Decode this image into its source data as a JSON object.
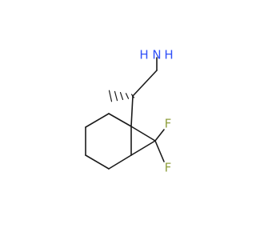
{
  "labels": {
    "nitrogen": "N",
    "hydrogen_1": "H",
    "hydrogen_2": "H",
    "fluorine_1": "F",
    "fluorine_2": "F"
  },
  "colors": {
    "bond": "#1a1a1a",
    "nitrogen": "#3050f8",
    "fluorine": "#90a040"
  }
}
